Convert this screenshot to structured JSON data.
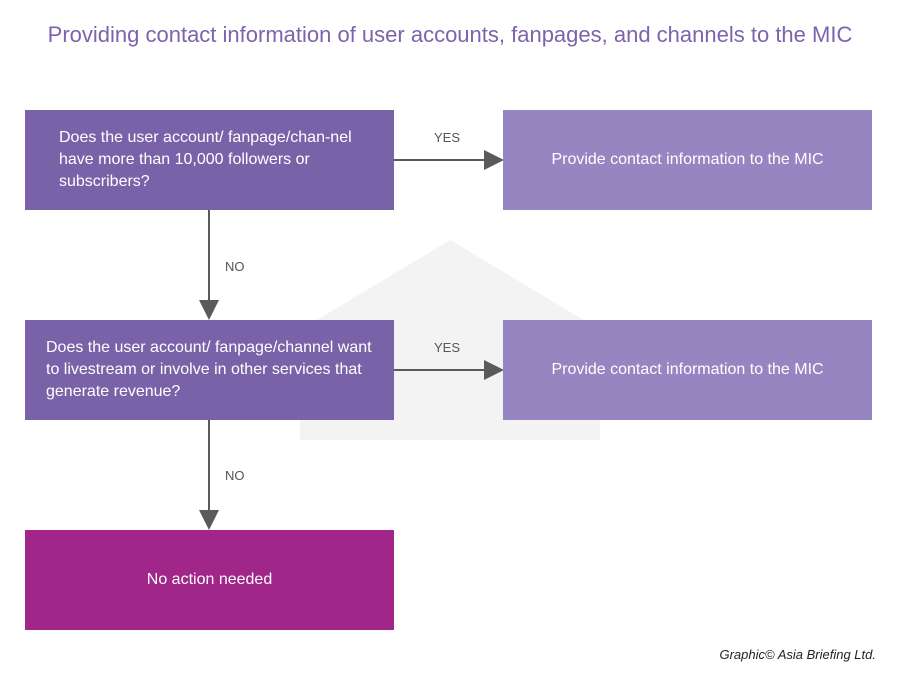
{
  "title": "Providing contact information of user accounts, fanpages, and channels to the MIC",
  "nodes": {
    "q1": "Does the user account/ fanpage/chan-nel have more than 10,000 followers or subscribers?",
    "q2": "Does the user account/ fanpage/channel want to livestream or involve in other services that generate revenue?",
    "a1": "Provide contact information to the MIC",
    "a2": "Provide contact information to the MIC",
    "end": "No action needed"
  },
  "edges": {
    "yes1": "YES",
    "no1": "NO",
    "yes2": "YES",
    "no2": "NO"
  },
  "credit": "Graphic© Asia Briefing Ltd.",
  "colors": {
    "question": "#7a62a8",
    "answer": "#9685c0",
    "end": "#a0268a",
    "title": "#7c63ad"
  }
}
